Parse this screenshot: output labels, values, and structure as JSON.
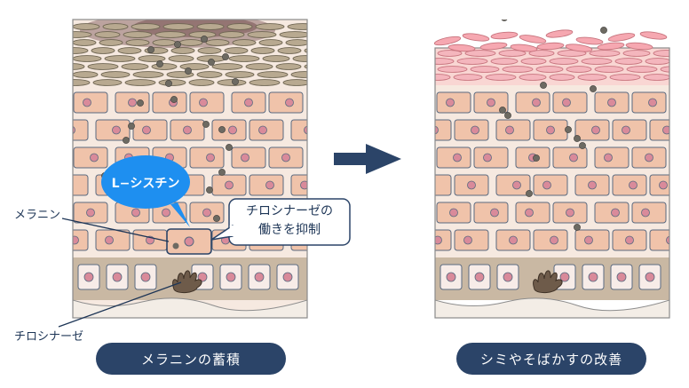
{
  "labels": {
    "melanin": "メラニン",
    "tyrosinase": "チロシナーゼ",
    "cysteine_bubble": "L−シスチン",
    "inhibit_callout_line1": "チロシナーゼの",
    "inhibit_callout_line2": "働きを抑制",
    "left_caption": "メラニンの蓄積",
    "right_caption": "シミやそばかすの改善"
  },
  "colors": {
    "navy": "#2b4468",
    "bubble_blue": "#1e8ff0",
    "cell_fill": "#f0c3aa",
    "cell_stroke": "#5a6a80",
    "nucleus": "#d98a9a",
    "melanin_dot": "#6d6a62",
    "tissue_bg": "#f6e9e0",
    "horny_layer_brown": "#b8a990",
    "horny_layer_pink": "#f4b6bd",
    "basal_layer": "#c9b8a3"
  },
  "icons": {
    "arrow": "right-arrow-icon",
    "melanocyte": "melanocyte-icon"
  }
}
